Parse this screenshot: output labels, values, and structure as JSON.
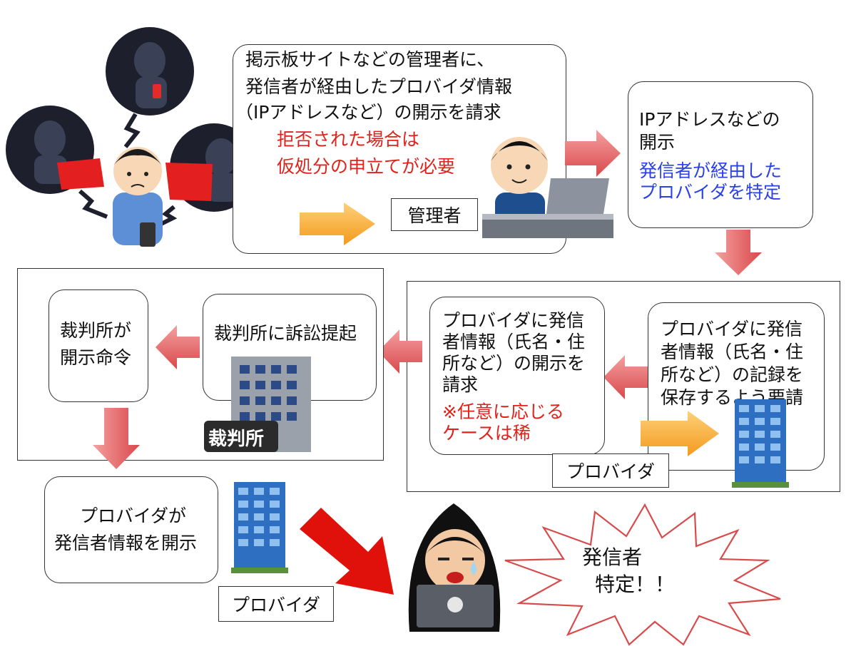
{
  "request_box": {
    "line1": "掲示板サイトなどの管理者に、",
    "line2": "発信者が経由したプロバイダ情報",
    "line3": "（IPアドレスなど）の開示を請求",
    "warn1": "拒否された場合は",
    "warn2": "仮処分の申立てが必要",
    "admin_label": "管理者"
  },
  "disclose_box": {
    "line1": "IPアドレスなどの",
    "line2": "開示",
    "blue1": "発信者が経由した",
    "blue2": "プロバイダを特定"
  },
  "preserve_box": {
    "line1": "プロバイダに発信",
    "line2": "者情報（氏名・住",
    "line3": "所など）の記録を",
    "line4": "保存するよう要請"
  },
  "provider_request_box": {
    "line1": "プロバイダに発信",
    "line2": "者情報（氏名・住",
    "line3": "所など）の開示を",
    "line4": "請求",
    "warn1": "※任意に応じる",
    "warn2": "ケースは稀"
  },
  "provider_label_1": "プロバイダ",
  "lawsuit_box": {
    "text": "裁判所に訴訟提起",
    "court_sign": "裁判所"
  },
  "order_box": {
    "line1": "裁判所が",
    "line2": "開示命令"
  },
  "final_box": {
    "line1": "プロバイダが",
    "line2": "発信者情報を開示"
  },
  "provider_label_2": "プロバイダ",
  "burst": {
    "line1": "発信者",
    "line2": "特定！！"
  },
  "colors": {
    "warning_red": "#e0221b",
    "highlight_blue": "#2a40e8",
    "arrow_red": "#e8686a",
    "arrow_orange": "#f5a623",
    "bold_red": "#e0110a"
  }
}
